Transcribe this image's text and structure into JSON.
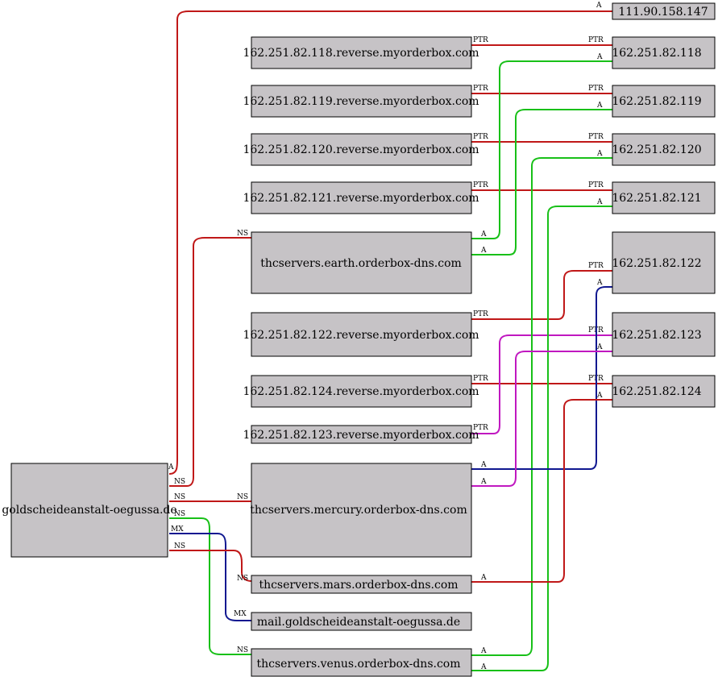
{
  "colors": {
    "background": "#ffffff",
    "node_fill": "#c6c3c6",
    "ns_edge": "#c01818",
    "a_edge": "#18c018",
    "mx_edge": "#101890",
    "ptr_edge": "#c01818",
    "mag_edge": "#c018c0"
  },
  "nodes": [
    {
      "id": "domain",
      "label": "goldscheideanstalt-oegussa.de"
    },
    {
      "id": "ip147",
      "label": "111.90.158.147"
    },
    {
      "id": "rev118",
      "label": "162.251.82.118.reverse.myorderbox.com"
    },
    {
      "id": "ip118",
      "label": "162.251.82.118"
    },
    {
      "id": "rev119",
      "label": "162.251.82.119.reverse.myorderbox.com"
    },
    {
      "id": "ip119",
      "label": "162.251.82.119"
    },
    {
      "id": "rev120",
      "label": "162.251.82.120.reverse.myorderbox.com"
    },
    {
      "id": "ip120",
      "label": "162.251.82.120"
    },
    {
      "id": "rev121",
      "label": "162.251.82.121.reverse.myorderbox.com"
    },
    {
      "id": "ip121",
      "label": "162.251.82.121"
    },
    {
      "id": "earth",
      "label": "thcservers.earth.orderbox-dns.com"
    },
    {
      "id": "ip122",
      "label": "162.251.82.122"
    },
    {
      "id": "rev122",
      "label": "162.251.82.122.reverse.myorderbox.com"
    },
    {
      "id": "ip123",
      "label": "162.251.82.123"
    },
    {
      "id": "rev124",
      "label": "162.251.82.124.reverse.myorderbox.com"
    },
    {
      "id": "ip124",
      "label": "162.251.82.124"
    },
    {
      "id": "rev123",
      "label": "162.251.82.123.reverse.myorderbox.com"
    },
    {
      "id": "mercury",
      "label": "thcservers.mercury.orderbox-dns.com"
    },
    {
      "id": "mars",
      "label": "thcservers.mars.orderbox-dns.com"
    },
    {
      "id": "mail",
      "label": "mail.goldscheideanstalt-oegussa.de"
    },
    {
      "id": "venus",
      "label": "thcservers.venus.orderbox-dns.com"
    }
  ],
  "edge_labels": {
    "a": "A",
    "ns": "NS",
    "mx": "MX",
    "ptr": "PTR"
  }
}
